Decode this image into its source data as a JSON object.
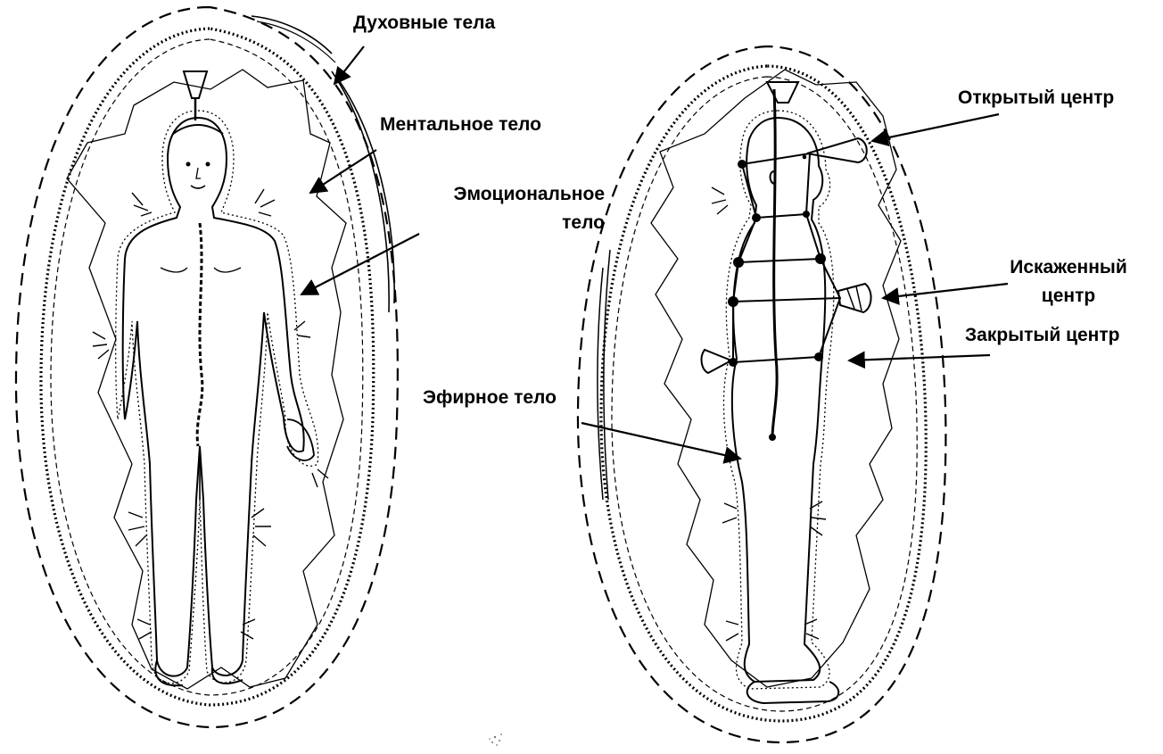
{
  "labels": {
    "spiritual_bodies": "Духовные тела",
    "mental_body": "Ментальное тело",
    "emotional_body_line1": "Эмоциональное",
    "emotional_body_line2": "тело",
    "etheric_body": "Эфирное тело",
    "open_center": "Открытый центр",
    "distorted_center_line1": "Искаженный",
    "distorted_center_line2": "центр",
    "closed_center": "Закрытый центр"
  },
  "figures": {
    "left": "front-view human figure with aura layers",
    "right": "side-view human figure with aura layers and energy centers"
  }
}
